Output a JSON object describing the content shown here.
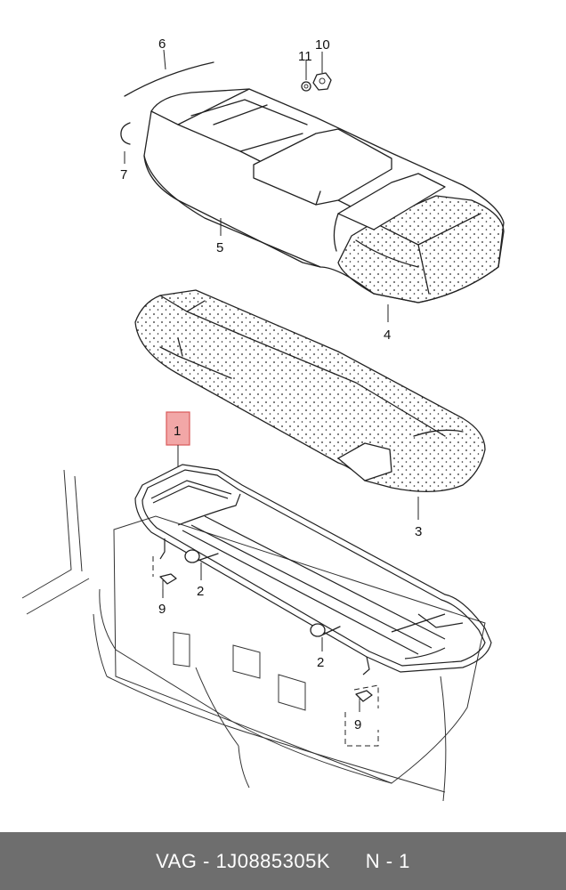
{
  "callouts": [
    "6",
    "10",
    "11",
    "7",
    "5",
    "4",
    "1",
    "3",
    "2",
    "9",
    "2",
    "9"
  ],
  "footer": {
    "brand": "VAG",
    "separator": " - ",
    "part_number": "1J0885305K",
    "position": "N - 1"
  },
  "colors": {
    "footer_bg": "#6e6e6e",
    "footer_text": "#ffffff",
    "highlight_fill": "#f2a7a7",
    "highlight_stroke": "#d95a5a",
    "line": "#222222"
  }
}
